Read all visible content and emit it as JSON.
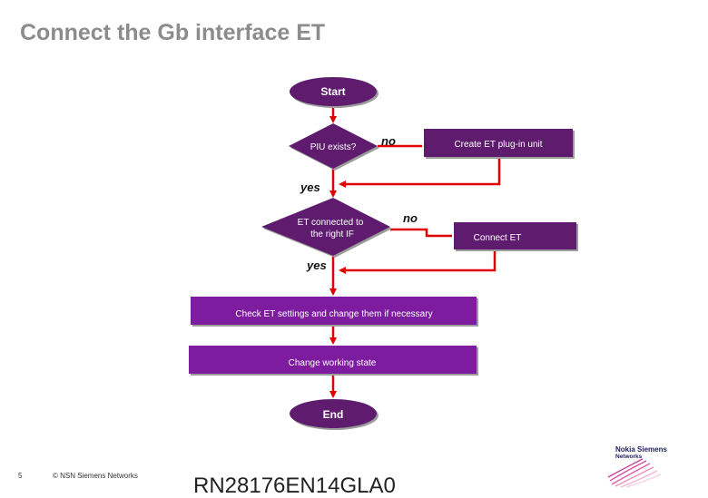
{
  "slide": {
    "title": "Connect the Gb interface ET",
    "page_number": "5",
    "copyright": "© NSN Siemens Networks",
    "doc_code": "RN28176EN14GLA0",
    "logo_line1": "Nokia Siemens",
    "logo_line2": "Networks"
  },
  "flow": {
    "start": "Start",
    "decision1": "PIU exists?",
    "action1": "Create ET plug-in unit",
    "no1": "no",
    "yes1": "yes",
    "decision2_line1": "ET connected to",
    "decision2_line2": "the right IF",
    "action2": "Connect ET",
    "no2": "no",
    "yes2": "yes",
    "step1": "Check ET settings and change them if necessary",
    "step2": "Change working state",
    "end": "End"
  },
  "colors": {
    "node_fill": "#5e1f6e",
    "step_fill": "#7d1a9e",
    "arrow": "#e00000",
    "title": "#8c8c8c"
  }
}
